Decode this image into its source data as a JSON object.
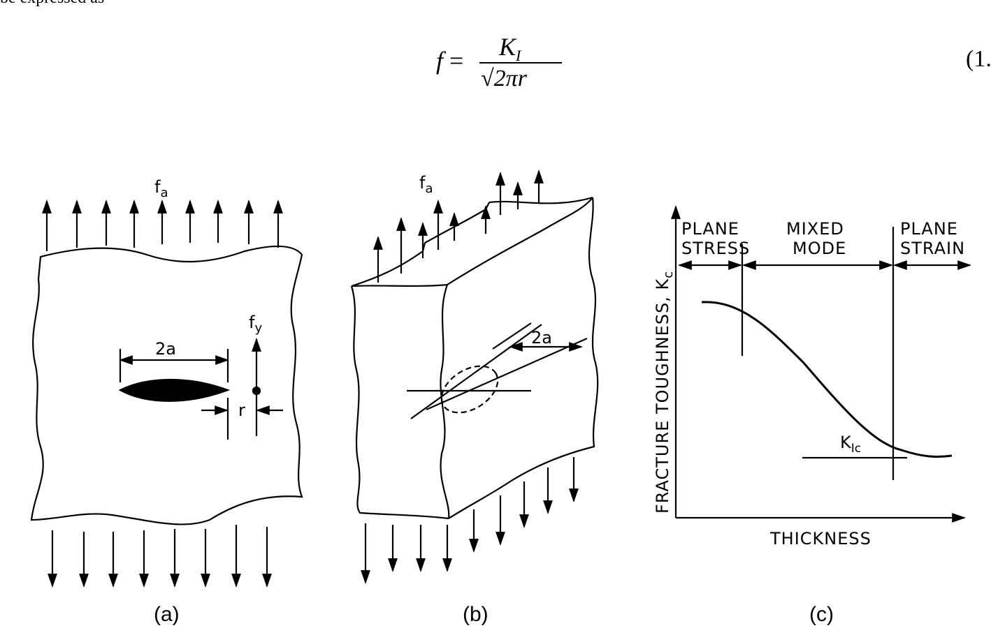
{
  "intro_text": "be expressed as",
  "equation": {
    "lhs": "f",
    "equals": "=",
    "numerator_symbol": "K",
    "numerator_subscript": "I",
    "denominator": "√2πr",
    "number": "(1."
  },
  "panel_a": {
    "caption": "(a)",
    "applied_stress": "f",
    "applied_stress_sub": "a",
    "crack_length": "2a",
    "yield_stress": "f",
    "yield_stress_sub": "y",
    "radius": "r"
  },
  "panel_b": {
    "caption": "(b)",
    "applied_stress": "f",
    "applied_stress_sub": "a",
    "crack_length": "2a"
  },
  "panel_c": {
    "caption": "(c)",
    "y_axis_label": "FRACTURE  TOUGHNESS, K",
    "y_axis_sub": "c",
    "x_axis_label": "THICKNESS",
    "region_plane_stress_1": "PLANE",
    "region_plane_stress_2": "STRESS",
    "region_mixed_1": "MIXED",
    "region_mixed_2": "MODE",
    "region_plane_strain_1": "PLANE",
    "region_plane_strain_2": "STRAIN",
    "kic_label": "K",
    "kic_sub": "Ic"
  }
}
